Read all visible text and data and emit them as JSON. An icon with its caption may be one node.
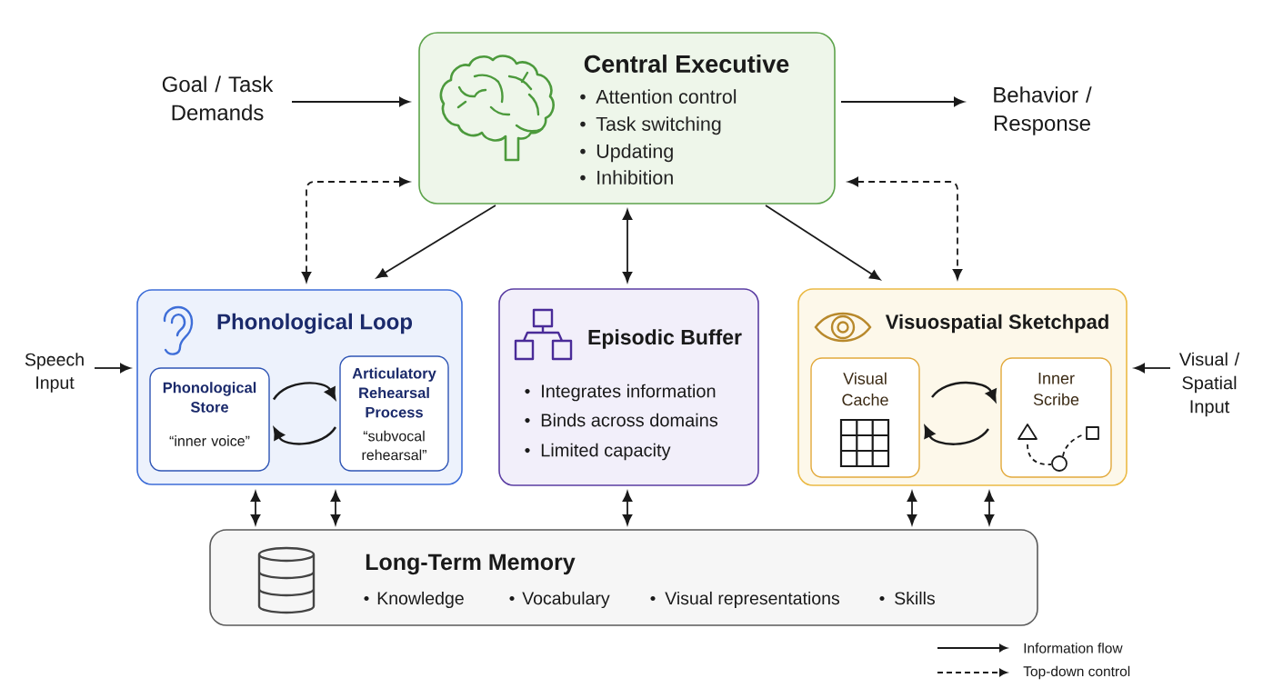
{
  "diagram": {
    "nodes": [
      {
        "text": [
          "Goal / Task Demands"
        ]
      },
      {
        "text": [
          "Central Executive",
          "Attention control",
          "Task switching",
          "Updating",
          "Inhibition"
        ]
      },
      {
        "text": [
          "Behavior / Response"
        ]
      },
      {
        "text": [
          "Speech Input"
        ]
      },
      {
        "text": [
          "Phonological Loop"
        ]
      },
      {
        "text": [
          "Phonological Store",
          "“inner voice”"
        ],
        "in": 4
      },
      {
        "text": [
          "Articulatory Rehearsal Process",
          "“subvocal rehearsal”"
        ],
        "in": 4
      },
      {
        "text": [
          "Episodic Buffer",
          "Integrates information",
          "Binds across domains",
          "Limited capacity"
        ]
      },
      {
        "text": [
          "Visuospatial Sketchpad"
        ]
      },
      {
        "text": [
          "Visual Cache"
        ],
        "in": 8
      },
      {
        "text": [
          "Inner Scribe"
        ],
        "in": 8
      },
      {
        "text": [
          "Visual / Spatial Input"
        ]
      },
      {
        "text": [
          "Long-Term Memory",
          "Knowledge",
          "Vocabulary",
          "Visual representations",
          "Skills"
        ]
      }
    ],
    "edges": [
      {
        "from": 0,
        "to": 1,
        "arrow": "to"
      },
      {
        "from": 1,
        "to": 2,
        "arrow": "to"
      },
      {
        "from": 1,
        "to": 4,
        "arrow": "to"
      },
      {
        "from": 1,
        "to": 7,
        "arrow": "both"
      },
      {
        "from": 1,
        "to": 8,
        "arrow": "to"
      },
      {
        "from": 1,
        "to": 4,
        "arrow": "both",
        "style": "dashed"
      },
      {
        "from": 1,
        "to": 8,
        "arrow": "both",
        "style": "dashed"
      },
      {
        "from": 3,
        "to": 4,
        "arrow": "to"
      },
      {
        "from": 11,
        "to": 8,
        "arrow": "to"
      },
      {
        "from": 5,
        "to": 6,
        "arrow": "to"
      },
      {
        "from": 6,
        "to": 5,
        "arrow": "to"
      },
      {
        "from": 9,
        "to": 10,
        "arrow": "to"
      },
      {
        "from": 10,
        "to": 9,
        "arrow": "to"
      },
      {
        "from": 4,
        "to": 12,
        "arrow": "both"
      },
      {
        "from": 4,
        "to": 12,
        "arrow": "both"
      },
      {
        "from": 7,
        "to": 12,
        "arrow": "both"
      },
      {
        "from": 8,
        "to": 12,
        "arrow": "both"
      },
      {
        "from": 8,
        "to": 12,
        "arrow": "both"
      }
    ],
    "legend": [
      {
        "text": "Information flow"
      },
      {
        "text": "Top-down control"
      }
    ]
  }
}
